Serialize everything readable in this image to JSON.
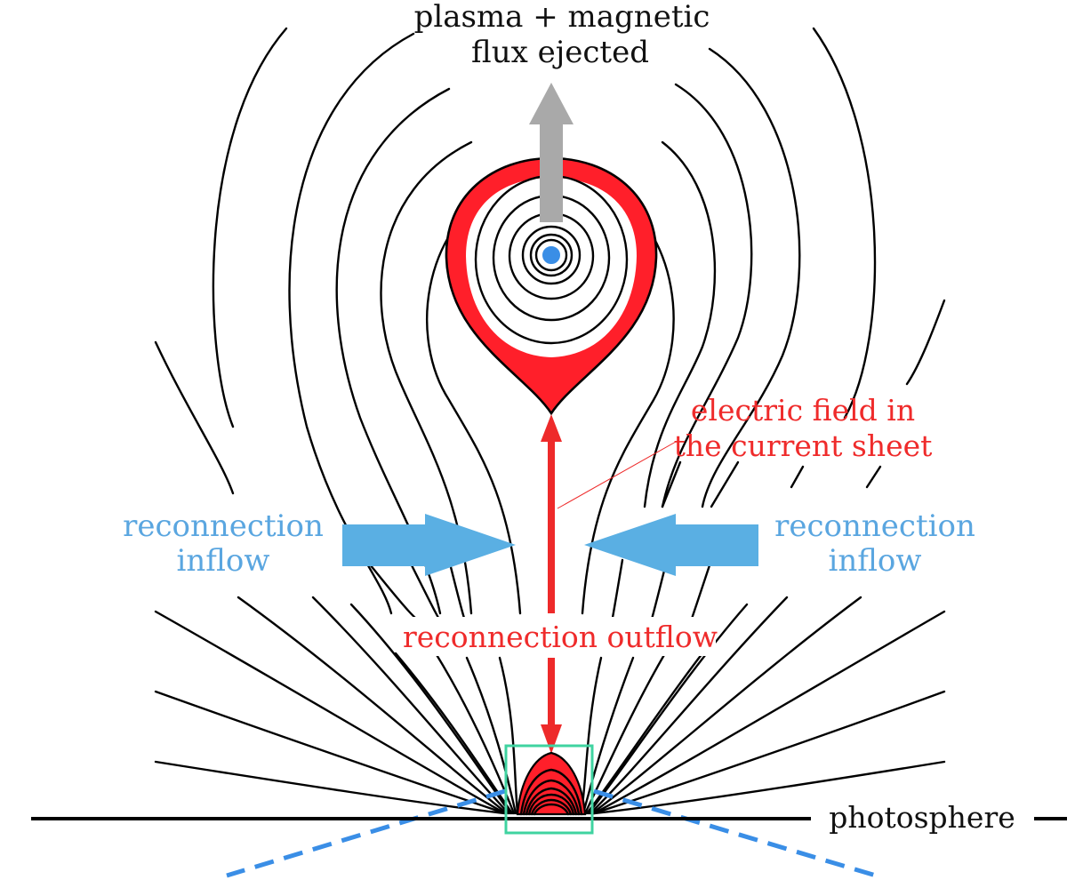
{
  "title": "Magnetic reconnection in a solar eruption (CSHKP flare model)",
  "labels": {
    "ejecta_line1": "plasma + magnetic",
    "ejecta_line2": "flux ejected",
    "efield_line1": "electric field  in",
    "efield_line2": "the current sheet",
    "inflow_left_line1": "reconnection",
    "inflow_left_line2": "inflow",
    "inflow_right_line1": "reconnection",
    "inflow_right_line2": "inflow",
    "outflow": "reconnection outflow",
    "photosphere": "photosphere"
  },
  "colors": {
    "field_lines": "#000000",
    "flux_rope_fill": "#ff1f2a",
    "flux_rope_core": "#3a8ee6",
    "ejection_arrow": "#a9a9a9",
    "current_sheet": "#ee2a2a",
    "inflow_arrows": "#5aafe3",
    "text_red": "#ef2b2b",
    "text_blue": "#5aa6e0",
    "zoom_box": "#3fd3a0",
    "zoom_guides": "#3a8ee6"
  },
  "components": {
    "flux_rope": "plasmoid with concentric field lines",
    "current_sheet": "vertical reconnection current sheet",
    "post_flare_loops": "arcade of loops above photosphere",
    "zoom_box": "highlighted region at loop top"
  }
}
